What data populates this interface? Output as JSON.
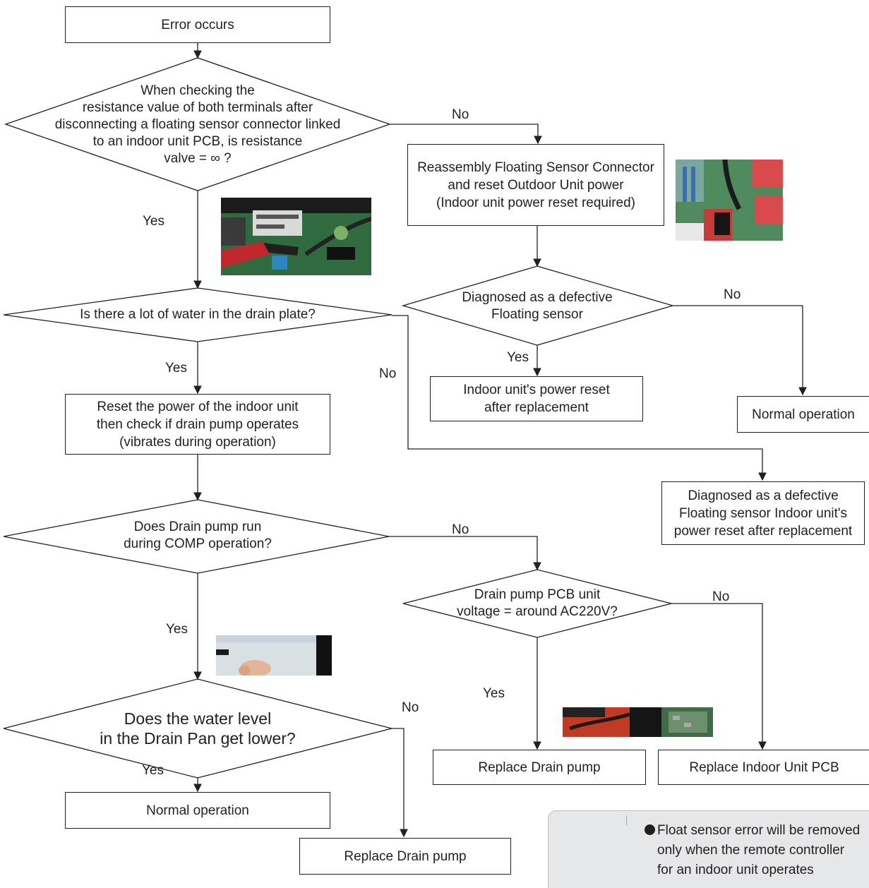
{
  "boxes": {
    "error_occurs": "Error occurs",
    "reassembly": [
      "Reassembly Floating Sensor Connector",
      "and reset Outdoor Unit power",
      "(Indoor unit power reset required)"
    ],
    "indoor_power_reset": [
      "Indoor unit's power reset",
      "after replacement"
    ],
    "normal_operation_right": "Normal operation",
    "reset_power": [
      "Reset the power of the indoor unit",
      "then check if drain pump operates",
      "(vibrates during operation)"
    ],
    "diagnosed_defective": [
      "Diagnosed as a defective",
      "Floating sensor Indoor unit's",
      "power reset after replacement"
    ],
    "replace_drain_pump_mid": "Replace Drain pump",
    "replace_indoor_pcb": "Replace Indoor Unit PCB",
    "normal_operation_left": "Normal operation",
    "replace_drain_pump_bottom": "Replace Drain pump"
  },
  "decisions": {
    "resistance": [
      "When checking the",
      "resistance value of both terminals after",
      "disconnecting a floating sensor connector linked",
      "to an indoor unit PCB, is resistance",
      "valve = ∞ ?"
    ],
    "water_drain_plate": "Is there a lot of water in the drain plate?",
    "defective_floating": [
      "Diagnosed as a defective",
      "Floating sensor"
    ],
    "drain_pump_comp": [
      "Does Drain pump run",
      "during COMP operation?"
    ],
    "pcb_voltage": [
      "Drain pump PCB unit",
      "voltage = around AC220V?"
    ],
    "water_level": [
      "Does the water level",
      "in the Drain Pan get lower?"
    ]
  },
  "labels": {
    "yes": "Yes",
    "no": "No"
  },
  "note": {
    "lines": [
      "Float sensor error will be removed",
      "only when the remote controller",
      "for an indoor unit operates"
    ]
  },
  "colors": {
    "line": "#231f20",
    "note_background": "#e6e7e8"
  }
}
